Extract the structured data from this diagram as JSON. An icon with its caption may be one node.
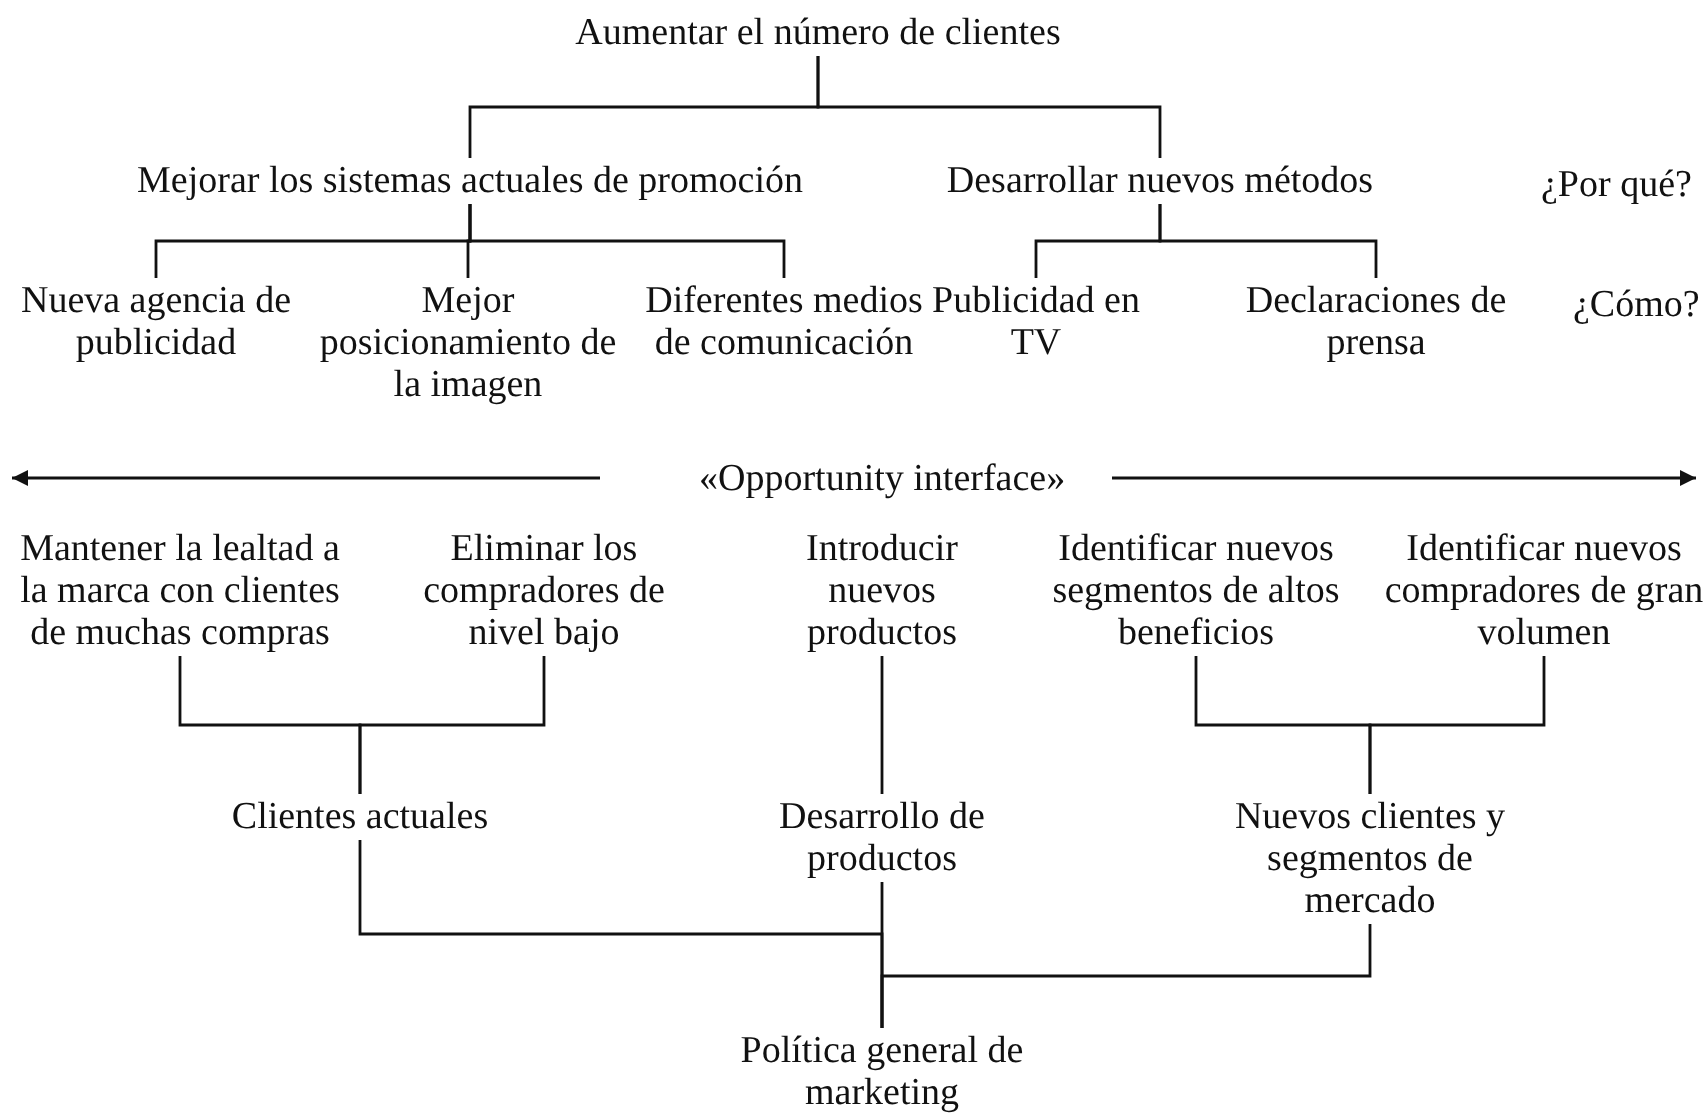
{
  "diagram": {
    "nodes": [
      {
        "text": [
          "Aumentar el número de clientes"
        ]
      },
      {
        "text": [
          "Mejorar los sistemas actuales de promoción"
        ]
      },
      {
        "text": [
          "Desarrollar nuevos métodos"
        ]
      },
      {
        "text": [
          "Nueva agencia de publicidad"
        ]
      },
      {
        "text": [
          "Mejor posicionamiento de la imagen"
        ]
      },
      {
        "text": [
          "Diferentes medios de comunicación"
        ]
      },
      {
        "text": [
          "Publicidad en TV"
        ]
      },
      {
        "text": [
          "Declaraciones de prensa"
        ]
      },
      {
        "text": [
          "Mantener la lealtad a la marca con clientes de muchas compras"
        ]
      },
      {
        "text": [
          "Eliminar los compradores de nivel bajo"
        ]
      },
      {
        "text": [
          "Introducir nuevos productos"
        ]
      },
      {
        "text": [
          "Identificar nuevos segmentos de altos beneficios"
        ]
      },
      {
        "text": [
          "Identificar nuevos compradores de gran volumen"
        ]
      },
      {
        "text": [
          "Clientes actuales"
        ]
      },
      {
        "text": [
          "Desarrollo de productos"
        ]
      },
      {
        "text": [
          "Nuevos clientes y segmentos de mercado"
        ]
      },
      {
        "text": [
          "Política general de marketing"
        ]
      }
    ],
    "edges": [
      {
        "from": 0,
        "to": 1,
        "arrow": "none"
      },
      {
        "from": 0,
        "to": 2,
        "arrow": "none"
      },
      {
        "from": 1,
        "to": 3,
        "arrow": "none"
      },
      {
        "from": 1,
        "to": 4,
        "arrow": "none"
      },
      {
        "from": 1,
        "to": 5,
        "arrow": "none"
      },
      {
        "from": 2,
        "to": 6,
        "arrow": "none"
      },
      {
        "from": 2,
        "to": 7,
        "arrow": "none"
      },
      {
        "from": 8,
        "to": 13,
        "arrow": "none"
      },
      {
        "from": 9,
        "to": 13,
        "arrow": "none"
      },
      {
        "from": 10,
        "to": 14,
        "arrow": "none"
      },
      {
        "from": 11,
        "to": 15,
        "arrow": "none"
      },
      {
        "from": 12,
        "to": 15,
        "arrow": "none"
      },
      {
        "from": 13,
        "to": 16,
        "arrow": "none"
      },
      {
        "from": 14,
        "to": 16,
        "arrow": "none"
      },
      {
        "from": 15,
        "to": 16,
        "arrow": "none"
      }
    ],
    "labels": [
      "¿Por qué?",
      "¿Cómo?",
      "«Opportunity interface»"
    ]
  }
}
